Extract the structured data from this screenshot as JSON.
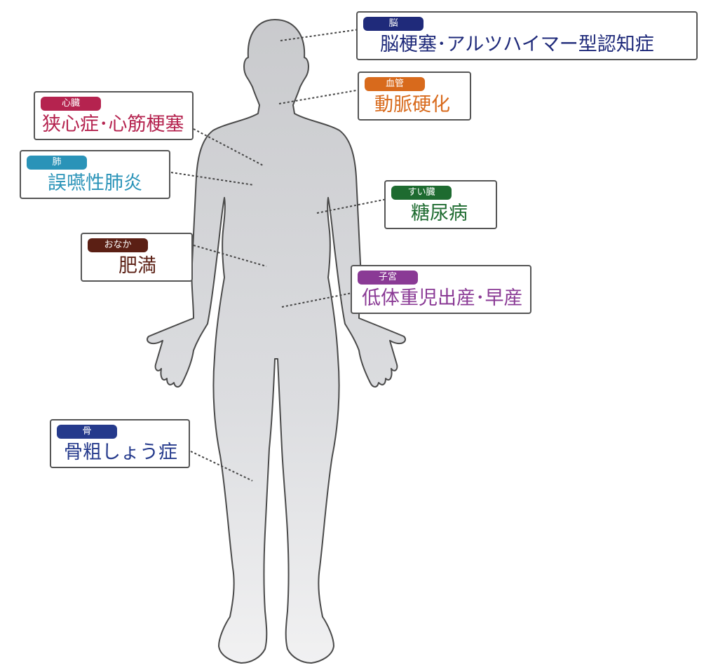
{
  "colors": {
    "navy": "#1f2a7a",
    "orange": "#d86a1c",
    "crimson": "#b5234f",
    "teal": "#2a93b8",
    "green": "#1e6b30",
    "brown": "#5b1f14",
    "purple": "#8a3a95",
    "blue": "#253a8c",
    "silhouette": "#d2d3d6",
    "silhouette_outline": "#4a4a4a"
  },
  "callouts": [
    {
      "id": "brain",
      "organ": "脳",
      "disease": "脳梗塞･アルツハイマー型認知症",
      "color": "navy"
    },
    {
      "id": "vessels",
      "organ": "血管",
      "disease": "動脈硬化",
      "color": "orange"
    },
    {
      "id": "heart",
      "organ": "心臓",
      "disease": "狭心症･心筋梗塞",
      "color": "crimson"
    },
    {
      "id": "lungs",
      "organ": "肺",
      "disease": "誤嚥性肺炎",
      "color": "teal"
    },
    {
      "id": "pancreas",
      "organ": "すい臓",
      "disease": "糖尿病",
      "color": "green"
    },
    {
      "id": "belly",
      "organ": "おなか",
      "disease": "肥満",
      "color": "brown"
    },
    {
      "id": "uterus",
      "organ": "子宮",
      "disease": "低体重児出産･早産",
      "color": "purple"
    },
    {
      "id": "bone",
      "organ": "骨",
      "disease": "骨粗しょう症",
      "color": "blue"
    }
  ]
}
